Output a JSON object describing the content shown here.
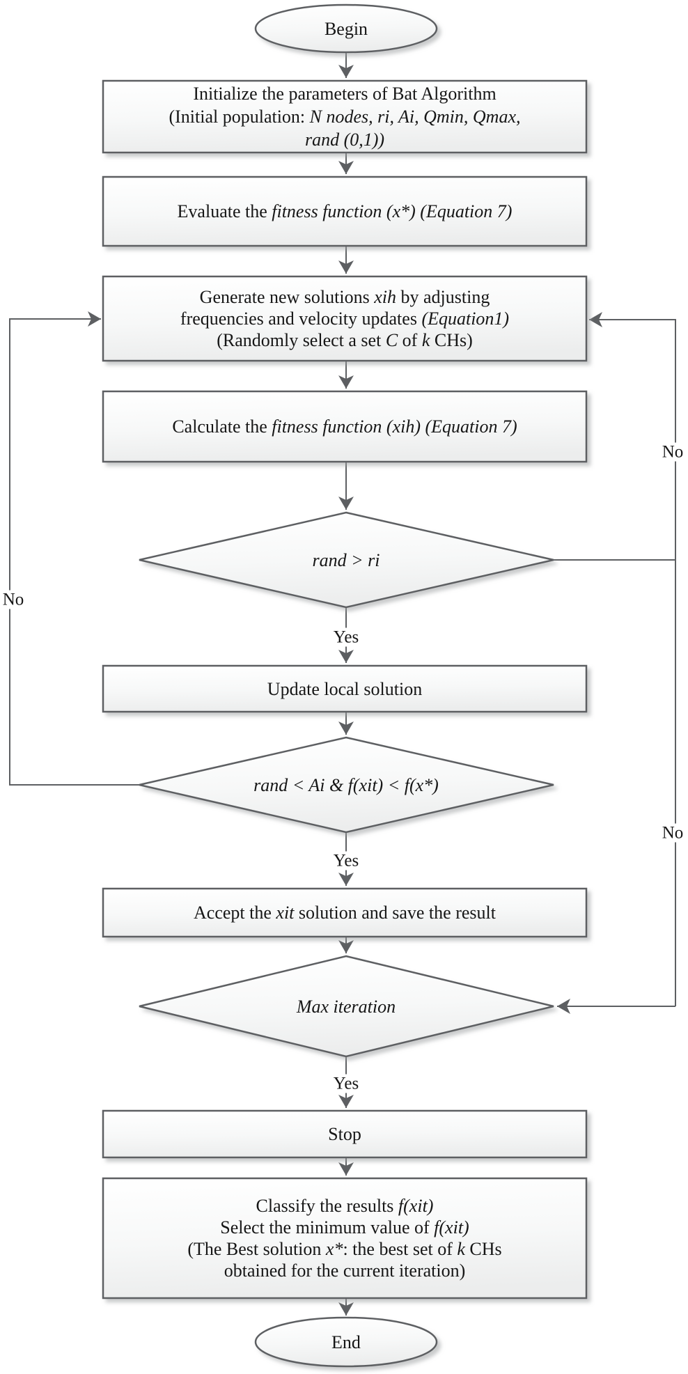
{
  "flowchart": {
    "begin": {
      "label": "Begin"
    },
    "initialize": {
      "line1": "Initialize the parameters of Bat Algorithm",
      "line2_plain": "(Initial population: ",
      "line2_italic": "N nodes, ri, Ai, Qmin, Qmax,",
      "line3_italic": "rand (0,1))"
    },
    "evaluate": {
      "plain": "Evaluate the ",
      "italic": "fitness function (x*) (Equation 7)"
    },
    "generate": {
      "line1_plain": "Generate new solutions ",
      "line1_italic": "xih",
      "line1_plain2": " by adjusting",
      "line2_plain": "frequencies and velocity updates ",
      "line2_italic": "(Equation1)",
      "line3_plain": "(Randomly select a set ",
      "line3_italic": "C",
      "line3_plain2": " of ",
      "line3_italic2": "k",
      "line3_plain3": " CHs)"
    },
    "calculate": {
      "plain": "Calculate the ",
      "italic": "fitness function (xih) (Equation 7)"
    },
    "decision_rand": {
      "label": "rand > ri"
    },
    "update_local": {
      "label": "Update local solution"
    },
    "decision_accept": {
      "label": "rand < Ai & f(xit) < f(x*)"
    },
    "accept": {
      "plain": "Accept the ",
      "italic": "xit",
      "plain2": " solution and save the result"
    },
    "decision_max_iteration": {
      "label": "Max iteration"
    },
    "stop": {
      "label": "Stop"
    },
    "classify": {
      "line1_plain": "Classify the results ",
      "line1_italic": "f(xit)",
      "line2_plain": "Select the minimum value of ",
      "line2_italic": "f(xit)",
      "line3_plain": "(The Best solution ",
      "line3_italic": "x*",
      "line3_plain2": ": the best set of ",
      "line3_italic2": "k",
      "line3_plain3": " CHs",
      "line4_plain": "obtained for the current iteration)"
    },
    "end": {
      "label": "End"
    },
    "edge_labels": {
      "yes_rand": "Yes",
      "yes_accept": "Yes",
      "yes_max_iteration": "Yes",
      "no_left": "No",
      "no_right_top": "No",
      "no_right_bottom": "No"
    }
  },
  "colors": {
    "line": "#5d5f62",
    "shape_border": "#5d5f62",
    "text": "#161616",
    "fill_top": "#ffffff",
    "fill_bottom": "#eceded",
    "background": "#ffffff"
  }
}
